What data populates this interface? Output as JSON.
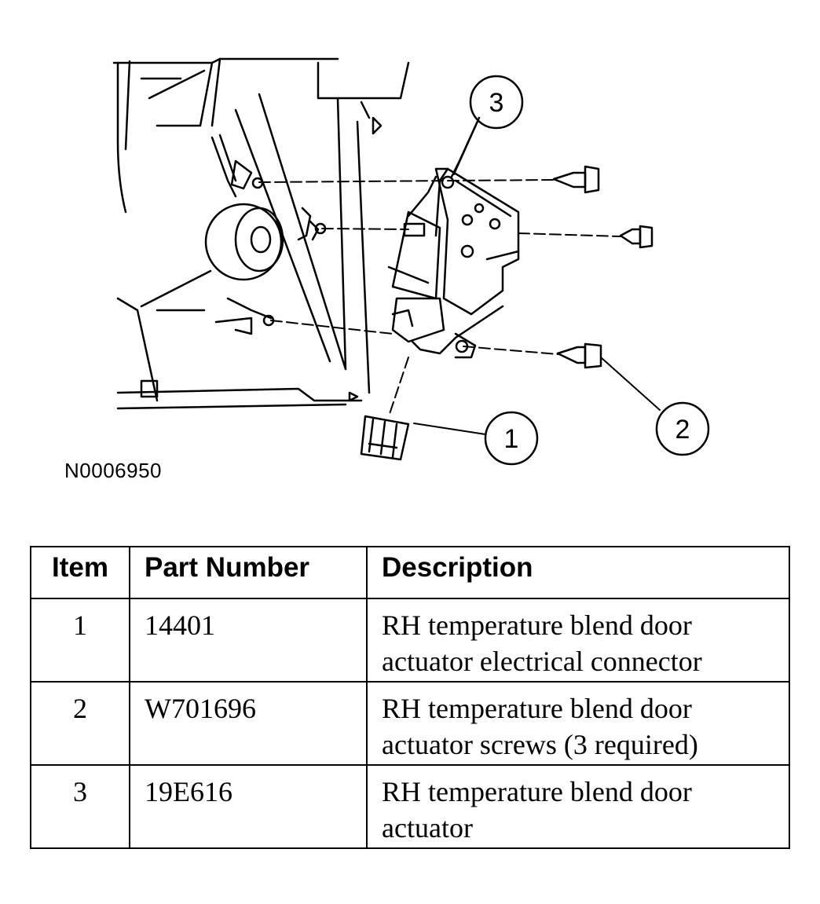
{
  "figure": {
    "id_label": "N0006950",
    "callouts": [
      "1",
      "2",
      "3"
    ]
  },
  "table": {
    "headers": [
      "Item",
      "Part Number",
      "Description"
    ],
    "rows": [
      {
        "item": "1",
        "part_number": "14401",
        "description_line1": "RH temperature blend door",
        "description_line2": "actuator electrical connector"
      },
      {
        "item": "2",
        "part_number": "W701696",
        "description_line1": "RH temperature blend door",
        "description_line2": "actuator screws (3 required)"
      },
      {
        "item": "3",
        "part_number": "19E616",
        "description_line1": "RH temperature blend door",
        "description_line2": "actuator"
      }
    ]
  }
}
